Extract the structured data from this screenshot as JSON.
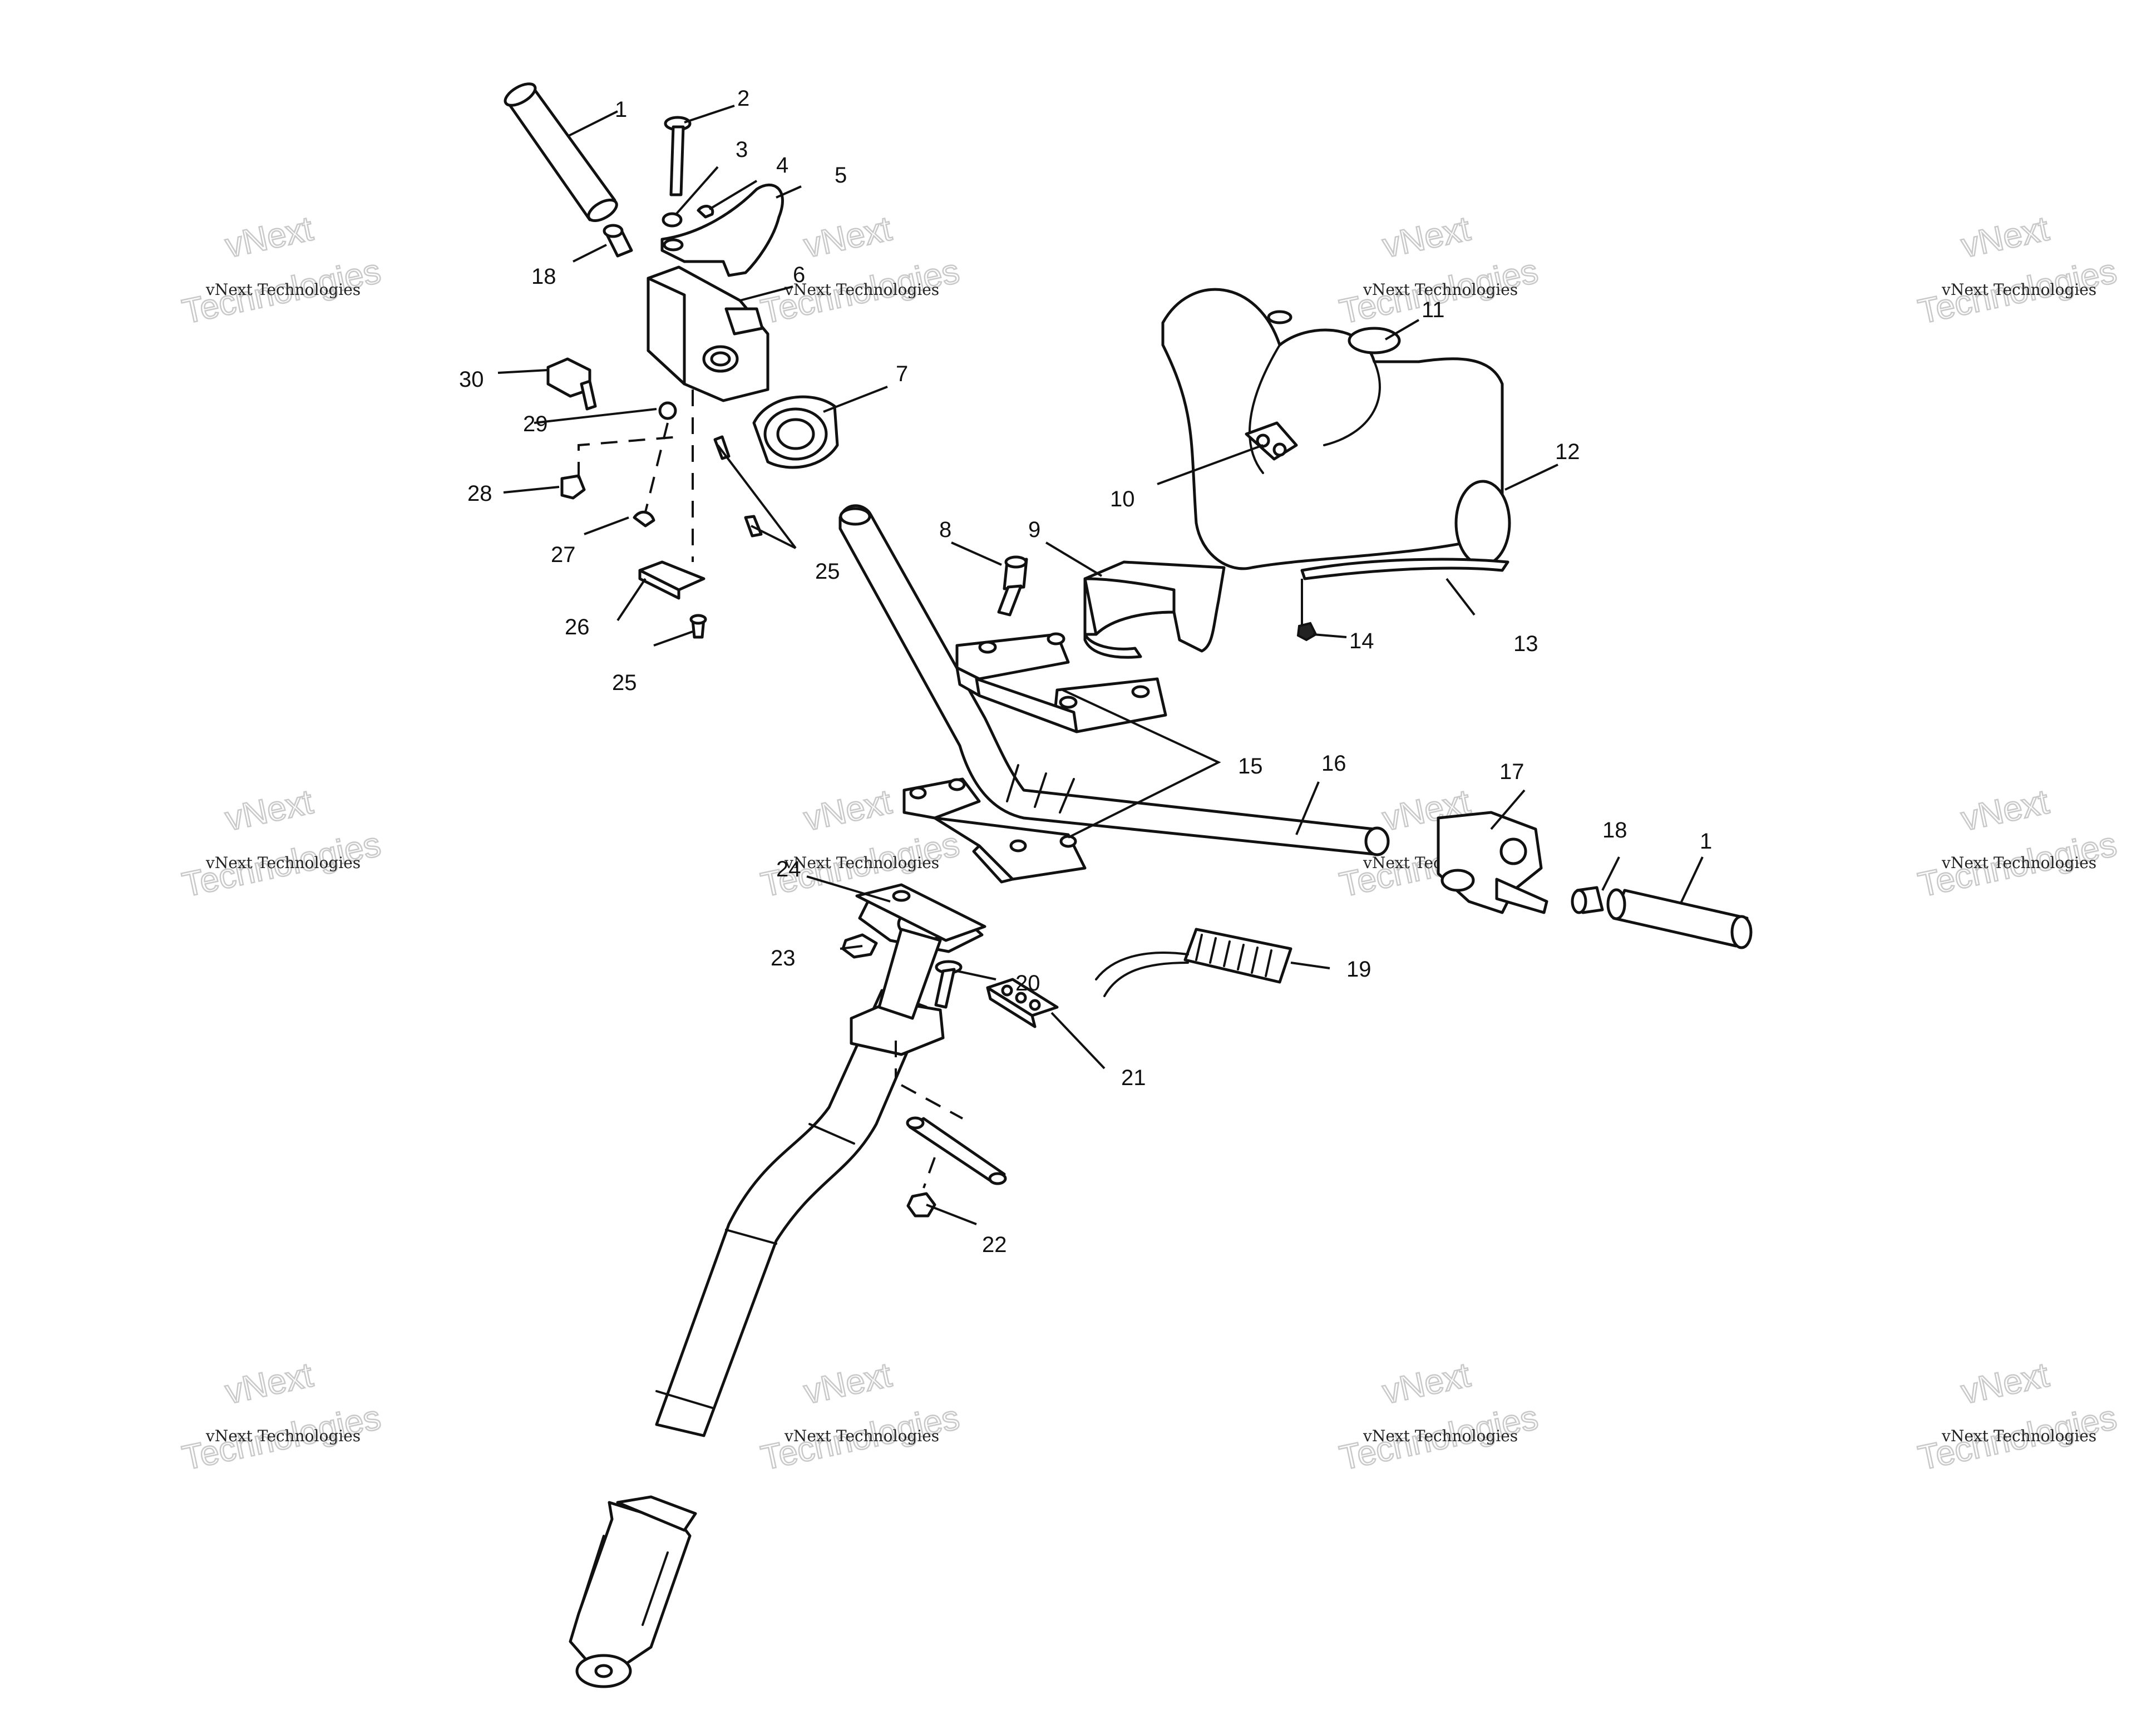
{
  "watermark": {
    "line1": "vNext",
    "line2": "vNext Technologies",
    "line3": "Technologies"
  },
  "callouts": {
    "c1a": "1",
    "c1b": "1",
    "c2": "2",
    "c3": "3",
    "c4": "4",
    "c5": "5",
    "c6": "6",
    "c7": "7",
    "c8": "8",
    "c9": "9",
    "c10": "10",
    "c11": "11",
    "c12": "12",
    "c13": "13",
    "c14": "14",
    "c15": "15",
    "c16": "16",
    "c17": "17",
    "c18a": "18",
    "c18b": "18",
    "c19": "19",
    "c20": "20",
    "c21": "21",
    "c22": "22",
    "c23": "23",
    "c24": "24",
    "c25a": "25",
    "c25b": "25",
    "c26": "26",
    "c27": "27",
    "c28": "28",
    "c29": "29",
    "c30": "30"
  }
}
